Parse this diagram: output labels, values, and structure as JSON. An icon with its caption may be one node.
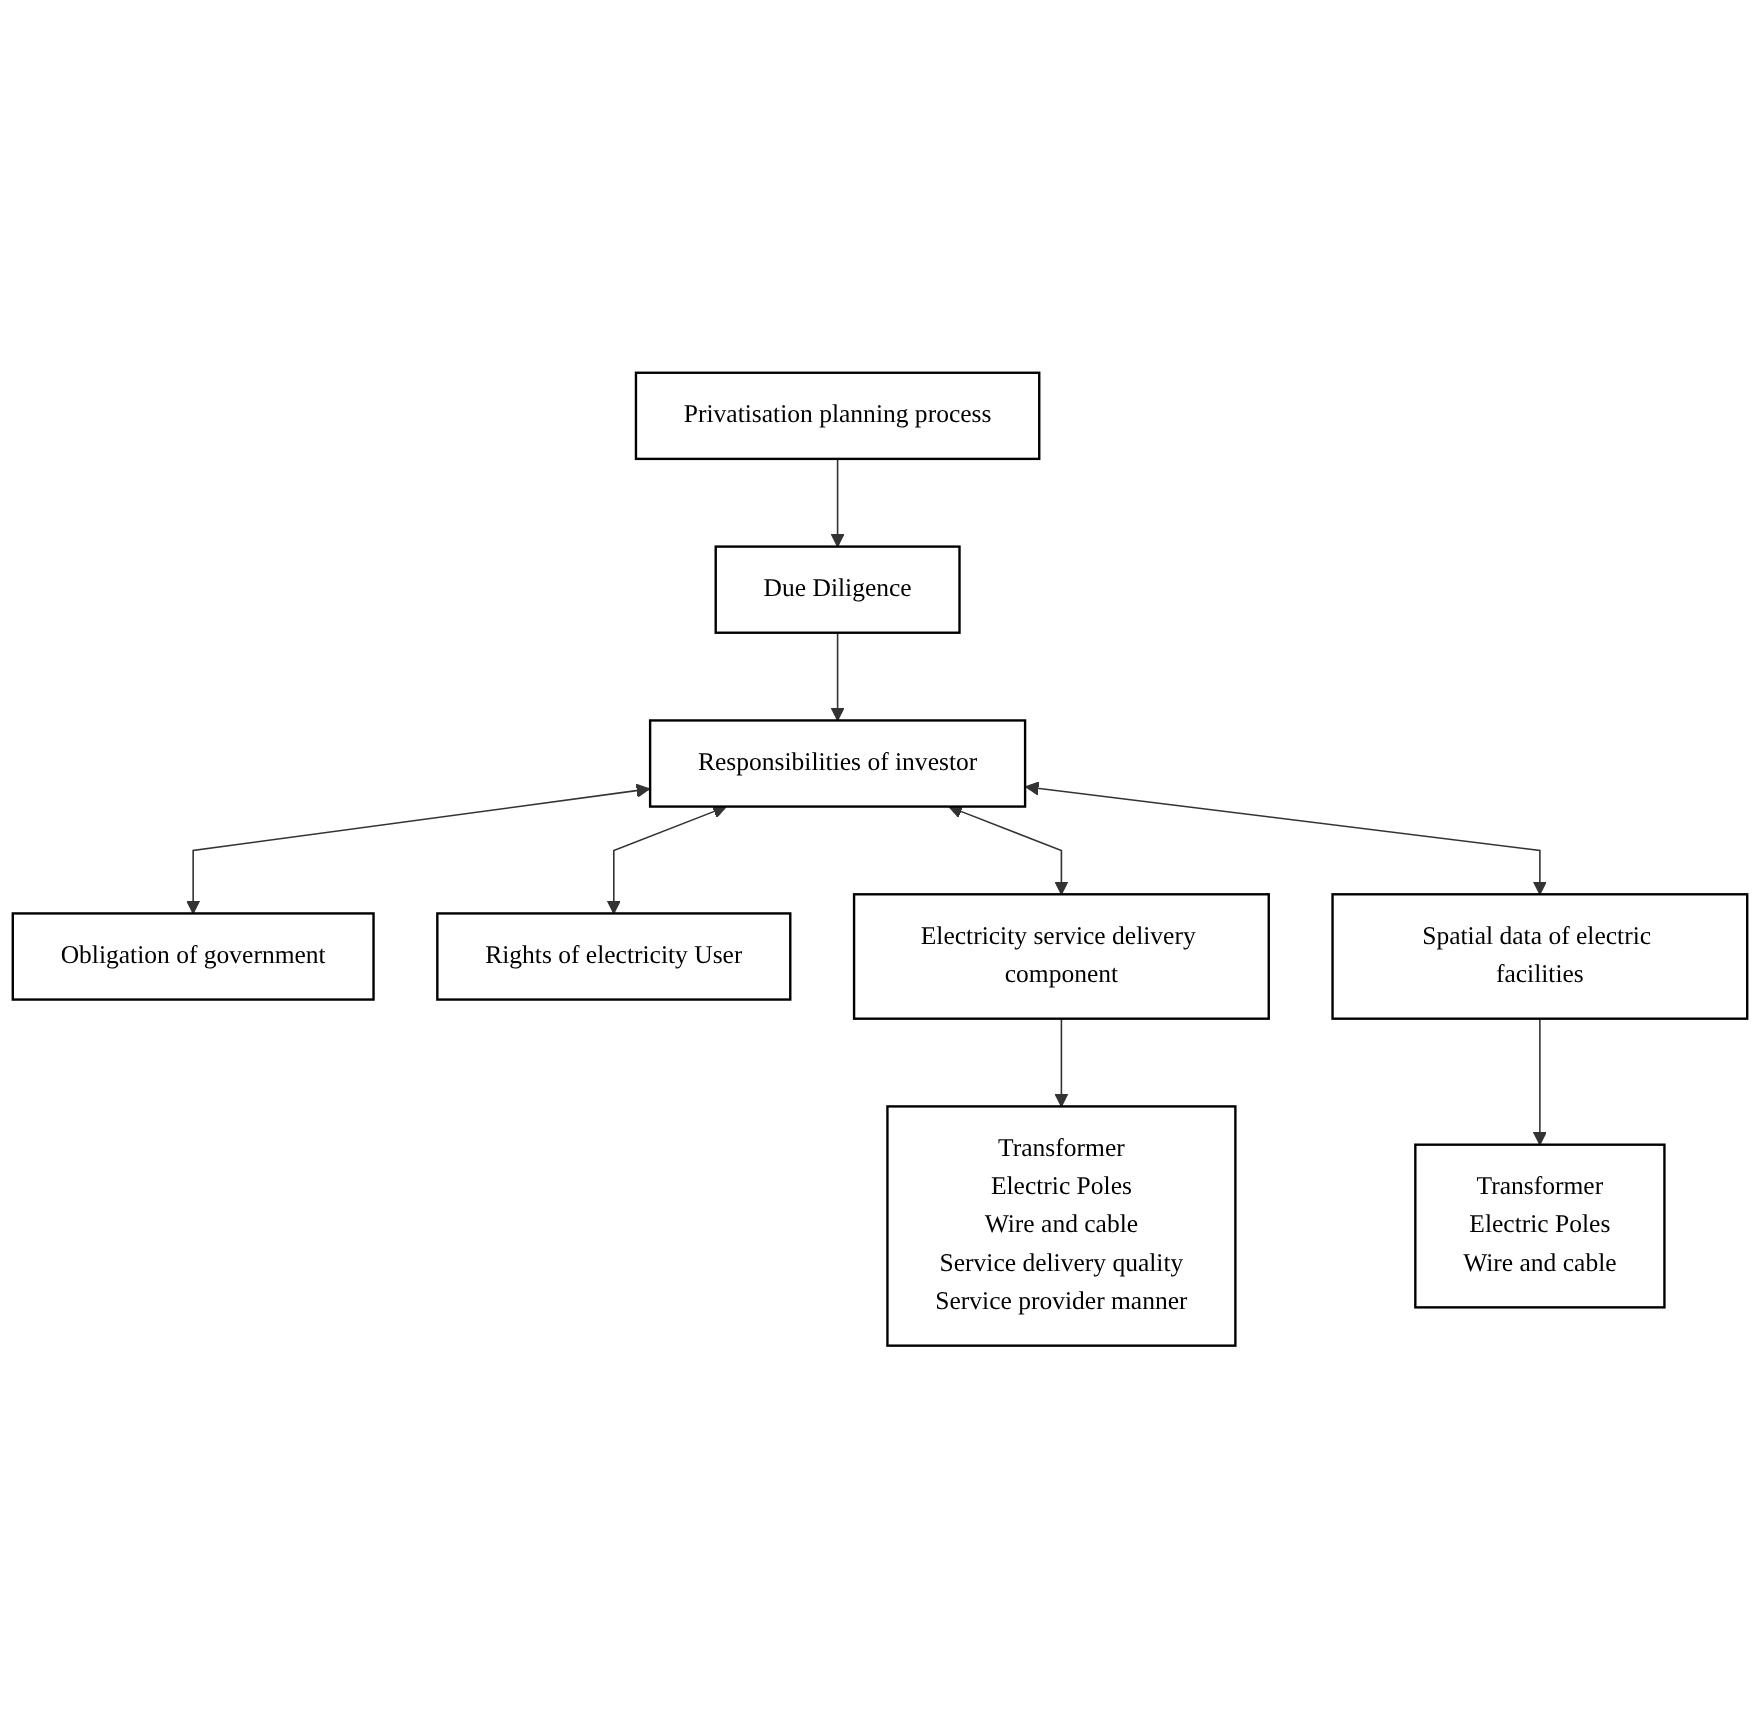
{
  "diagram": {
    "nodes": [
      {
        "text": [
          "Privatisation planning process"
        ]
      },
      {
        "text": [
          "Due Diligence"
        ]
      },
      {
        "text": [
          "Obligation of government"
        ]
      },
      {
        "text": [
          "Responsibilities of investor"
        ]
      },
      {
        "text": [
          "Rights of electricity User"
        ]
      },
      {
        "text": [
          "Electricity service delivery component"
        ]
      },
      {
        "text": [
          "Spatial data of electric facilities"
        ]
      },
      {
        "text": [
          "Transformer",
          "Electric Poles",
          "Wire and cable",
          "Service delivery quality",
          "Service provider manner"
        ]
      },
      {
        "text": [
          "Transformer",
          "Electric Poles",
          "Wire and cable"
        ]
      }
    ],
    "edges": [
      {
        "from": 0,
        "to": 1,
        "arrow": "to"
      },
      {
        "from": 1,
        "to": 3,
        "arrow": "to"
      },
      {
        "from": 3,
        "to": 2,
        "arrow": "both"
      },
      {
        "from": 3,
        "to": 4,
        "arrow": "both"
      },
      {
        "from": 3,
        "to": 5,
        "arrow": "both"
      },
      {
        "from": 3,
        "to": 6,
        "arrow": "both"
      },
      {
        "from": 5,
        "to": 7,
        "arrow": "to"
      },
      {
        "from": 6,
        "to": 8,
        "arrow": "to"
      }
    ]
  }
}
